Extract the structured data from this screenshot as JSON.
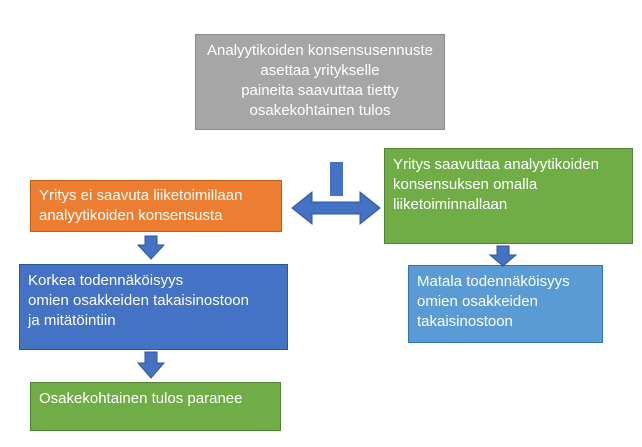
{
  "boxes": {
    "top": {
      "lines": [
        "Analyytikoiden konsensusennuste",
        "asettaa yritykselle",
        "paineita saavuttaa tietty",
        "osakekohtainen tulos"
      ],
      "color": "#a6a6a6"
    },
    "left_miss": {
      "lines": [
        "Yritys ei saavuta liiketoimillaan",
        "analyytikoiden konsensusta"
      ],
      "color": "#ed7d31"
    },
    "right_meet": {
      "lines": [
        "Yritys saavuttaa analyytikoiden",
        "konsensuksen omalla",
        "liiketoiminnallaan"
      ],
      "color": "#70ad47"
    },
    "left_high": {
      "lines": [
        "Korkea todennäköisyys",
        "omien osakkeiden takaisinostoon",
        "ja mitätöintiin"
      ],
      "color": "#4472c4"
    },
    "right_low": {
      "lines": [
        "Matala todennäköisyys",
        "omien osakkeiden",
        "takaisinostoon"
      ],
      "color": "#5b9bd5"
    },
    "bottom_result": {
      "lines": [
        "Osakekohtainen tulos paranee"
      ],
      "color": "#70ad47"
    }
  },
  "arrow_color": "#4472c4",
  "icons": [
    "t-split-arrow-icon",
    "down-arrow-icon"
  ]
}
